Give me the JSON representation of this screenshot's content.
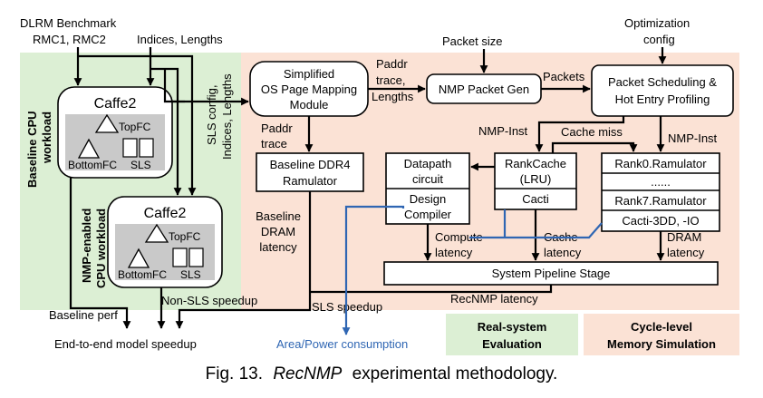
{
  "inputs": {
    "dlrm_benchmark": "DLRM Benchmark",
    "rmc": "RMC1, RMC2",
    "indices_lengths": "Indices, Lengths",
    "packet_size": "Packet size",
    "optimization": "Optimization",
    "config": "config"
  },
  "baseline_workload": {
    "label_line1": "Baseline CPU",
    "label_line2": "workload",
    "caffe2": "Caffe2",
    "topfc": "TopFC",
    "bottomfc": "BottomFC",
    "sls": "SLS"
  },
  "nmp_workload": {
    "label_line1": "NMP-enabled",
    "label_line2": "CPU workload",
    "caffe2": "Caffe2",
    "topfc": "TopFC",
    "bottomfc": "BottomFC",
    "sls": "SLS"
  },
  "sls_config": {
    "line1": "SLS config,",
    "line2": "Indices, Lengths"
  },
  "os_mapping": {
    "line1": "Simplified",
    "line2": "OS Page Mapping",
    "line3": "Module"
  },
  "paddr_trace_lengths": {
    "line1": "Paddr",
    "line2": "trace,",
    "line3": "Lengths"
  },
  "nmp_packet_gen": "NMP Packet Gen",
  "packets": "Packets",
  "packet_scheduling": {
    "line1": "Packet Scheduling &",
    "line2": "Hot Entry Profiling"
  },
  "paddr_trace": {
    "line1": "Paddr",
    "line2": "trace"
  },
  "baseline_ddr4": {
    "line1": "Baseline DDR4",
    "line2": "Ramulator"
  },
  "nmp_inst_left": "NMP-Inst",
  "cache_miss": "Cache miss",
  "nmp_inst_right": "NMP-Inst",
  "datapath": {
    "line1": "Datapath",
    "line2": "circuit"
  },
  "design_compiler": {
    "line1": "Design",
    "line2": "Compiler"
  },
  "rankcache": {
    "line1": "RankCache",
    "line2": "(LRU)",
    "cacti": "Cacti"
  },
  "ramulator_stack": {
    "rank0": "Rank0.Ramulator",
    "dots": "......",
    "rank7": "Rank7.Ramulator",
    "cacti3dd": "Cacti-3DD, -IO"
  },
  "baseline_dram_latency": {
    "line1": "Baseline",
    "line2": "DRAM",
    "line3": "latency"
  },
  "compute_latency": {
    "line1": "Compute",
    "line2": "latency"
  },
  "cache_latency": {
    "line1": "Cache",
    "line2": "latency"
  },
  "dram_latency": {
    "line1": "DRAM",
    "line2": "latency"
  },
  "system_pipeline": "System Pipeline Stage",
  "recnmp_latency": "RecNMP latency",
  "non_sls_speedup": "Non-SLS speedup",
  "sls_speedup": "SLS speedup",
  "baseline_perf": "Baseline perf",
  "end_to_end": "End-to-end model speedup",
  "area_power": "Area/Power consumption",
  "legend": {
    "real_system_line1": "Real-system",
    "real_system_line2": "Evaluation",
    "cycle_level_line1": "Cycle-level",
    "cycle_level_line2": "Memory Simulation"
  },
  "caption": {
    "prefix": "Fig. 13.",
    "name": "RecNMP",
    "suffix": "experimental methodology."
  },
  "colors": {
    "green_region": "#dcefd4",
    "salmon_region": "#fbe2d5",
    "gray_panel": "#c9c9c9",
    "blue_path": "#2f66b3"
  }
}
